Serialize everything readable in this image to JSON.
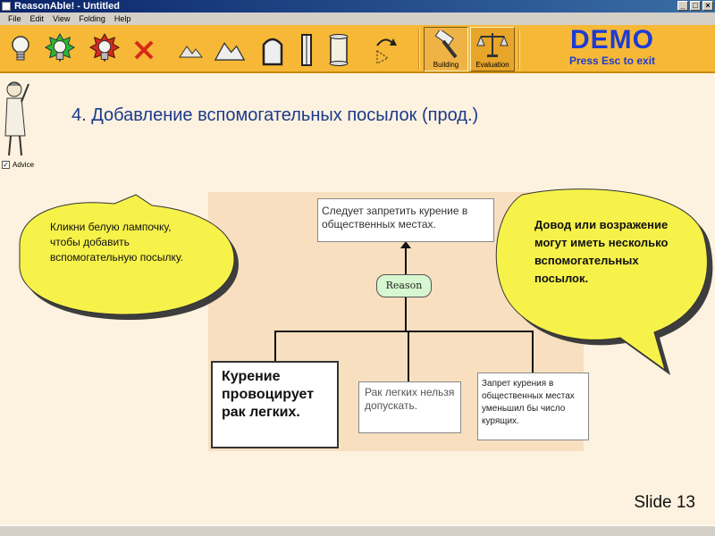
{
  "window": {
    "title": "ReasonAble! - Untitled",
    "btn_min": "_",
    "btn_max": "□",
    "btn_close": "×"
  },
  "menu": {
    "items": [
      "File",
      "Edit",
      "View",
      "Folding",
      "Help"
    ]
  },
  "toolbar": {
    "modes": {
      "building": "Building",
      "evaluation": "Evaluation"
    },
    "demo": {
      "title": "DEMO",
      "subtitle": "Press Esc to exit"
    }
  },
  "advice": {
    "label": "Advice",
    "checked": "✓"
  },
  "slide": {
    "heading": "4. Добавление вспомогательных посылок (прод.)",
    "number": "Slide 13"
  },
  "map": {
    "claim": "Следует запретить курение в общественных местах.",
    "reason_label": "Reason",
    "premise_main": "Курение провоцирует рак легких.",
    "premise_2": "Рак легких нельзя допускать.",
    "premise_3": "Запрет курения в общественных местах уменьшил бы число курящих."
  },
  "bubbles": {
    "left": "Кликни белую лампочку, чтобы добавить вспомогательную посылку.",
    "right": "Довод или возражение могут иметь несколько вспомогательных посылок."
  },
  "colors": {
    "toolbar": "#f6b836",
    "background": "#fdf2df",
    "heading": "#1b3a8c",
    "demo": "#1e3bd3",
    "bubble": "#f7f24a",
    "reason": "#d6f7d0"
  }
}
